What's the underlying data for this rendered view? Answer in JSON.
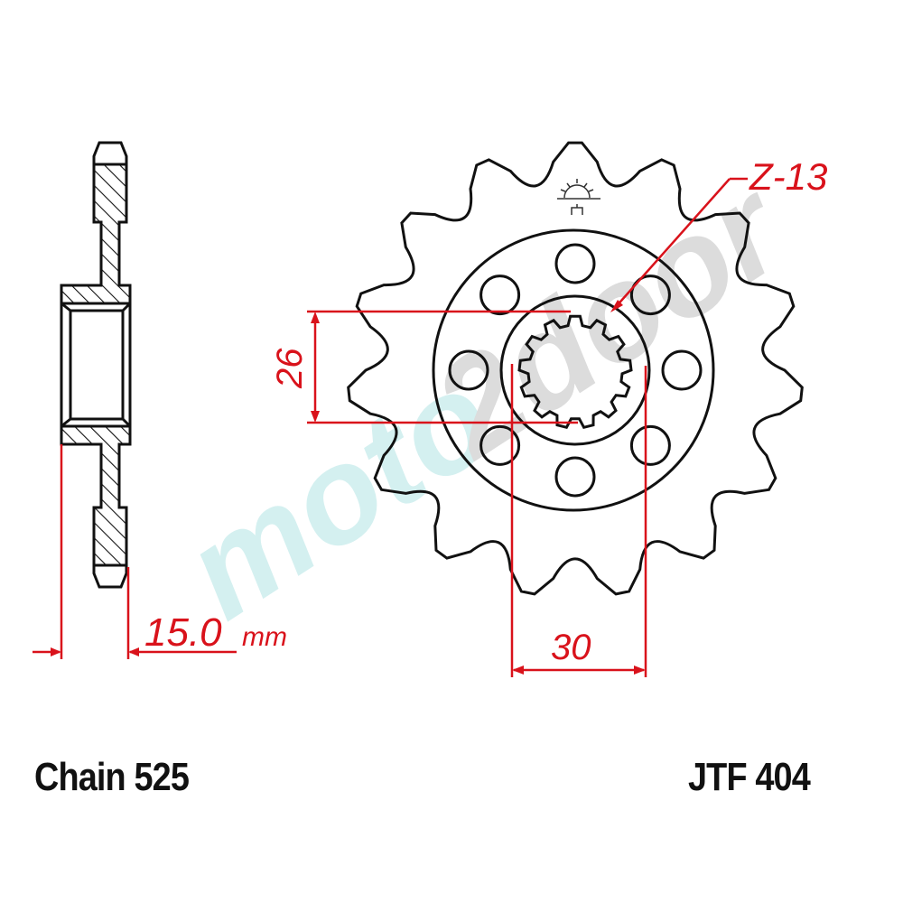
{
  "diagram": {
    "title": "Front sprocket technical drawing",
    "watermark": "moto2door",
    "colors": {
      "outline": "#111111",
      "dimension": "#d9121b",
      "watermark_cyan": "#cdeeee",
      "watermark_gray": "#d8d8d8"
    },
    "sprocket": {
      "teeth_count": 15,
      "bolt_holes": 8,
      "spline_teeth": 13
    },
    "dimensions": {
      "spline_label": "Z-13",
      "inner_height_label": "26",
      "inner_width_label": "30",
      "thickness_value": "15.0",
      "thickness_unit": "mm"
    },
    "footer": {
      "chain": "Chain 525",
      "part_number": "JTF 404"
    }
  }
}
